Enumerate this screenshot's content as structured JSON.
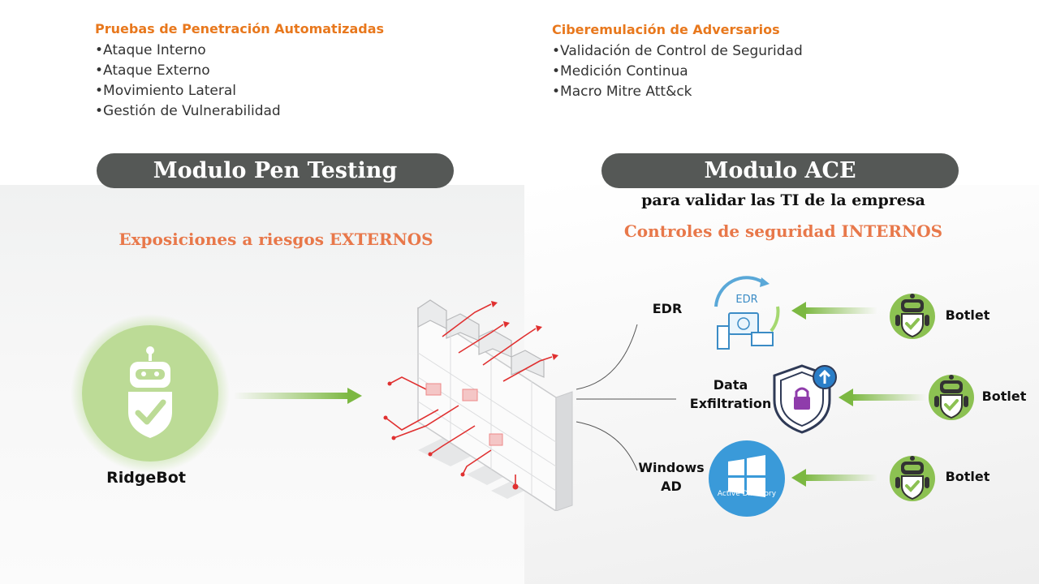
{
  "left_list": {
    "title": "Pruebas de Penetración Automatizadas",
    "items": [
      "•Ataque Interno",
      "•Ataque Externo",
      "•Movimiento Lateral",
      "•Gestión de Vulnerabilidad"
    ]
  },
  "right_list": {
    "title": "Ciberemulación de Adversarios",
    "items": [
      "•Validación de Control de Seguridad",
      "•Medición Continua",
      "•Macro Mitre Att&ck"
    ]
  },
  "pen_module": {
    "title": "Modulo Pen Testing",
    "subtitle": "Exposiciones a riesgos EXTERNOS"
  },
  "ace_module": {
    "title": "Modulo ACE",
    "line1": "para validar las TI de la empresa",
    "line2": "Controles de seguridad INTERNOS"
  },
  "ridgebot": {
    "label": "RidgeBot"
  },
  "controls": [
    {
      "label": "EDR",
      "icon_text": "EDR"
    },
    {
      "label": "Data Exfiltration"
    },
    {
      "label": "Windows AD",
      "icon_text": "Active Directory"
    }
  ],
  "botlets": [
    "Botlet",
    "Botlet",
    "Botlet"
  ],
  "colors": {
    "accent_orange": "#e8781d",
    "pill_bg": "#555856",
    "green": "#8cc152",
    "red_line": "#e03030"
  }
}
